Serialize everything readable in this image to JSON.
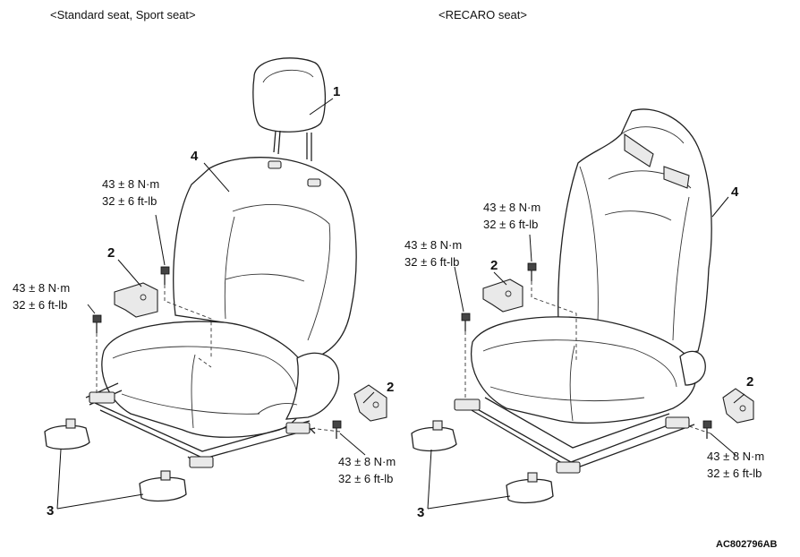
{
  "headers": {
    "left": "<Standard seat, Sport seat>",
    "right": "<RECARO seat>"
  },
  "torque": {
    "nm": "43 ± 8 N·m",
    "ftlb": "32 ± 6 ft-lb"
  },
  "callouts": {
    "one": "1",
    "two": "2",
    "three": "3",
    "four": "4"
  },
  "figure_code": "AC802796AB"
}
